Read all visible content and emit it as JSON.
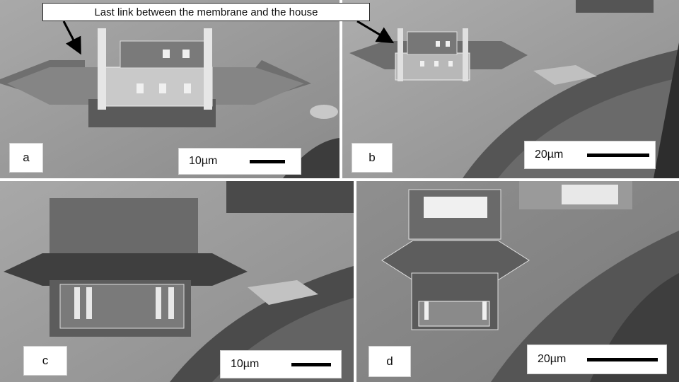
{
  "annotation": {
    "text": "Last link between the membrane and the house"
  },
  "panels": [
    {
      "letter": "a",
      "scale_label": "10µm"
    },
    {
      "letter": "b",
      "scale_label": "20µm"
    },
    {
      "letter": "c",
      "scale_label": "10µm"
    },
    {
      "letter": "d",
      "scale_label": "20µm"
    }
  ]
}
